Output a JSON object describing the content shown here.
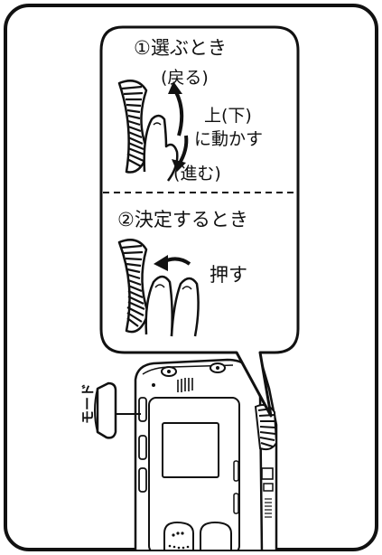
{
  "step1": {
    "title": "①選ぶとき",
    "back_label": "(戻る)",
    "instruction_line1": "上(下)",
    "instruction_line2": "に動かす",
    "forward_label": "(進む)"
  },
  "step2": {
    "title": "②決定するとき",
    "action_label": "押す"
  },
  "device": {
    "mode_button_label": "モード"
  }
}
